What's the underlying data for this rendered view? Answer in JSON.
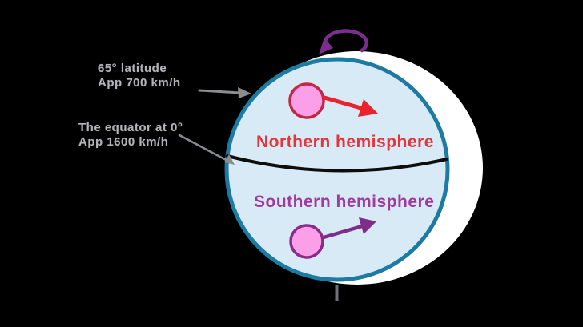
{
  "labels": {
    "northern": "Northern hemisphere",
    "southern": "Southern hemisphere"
  },
  "annotations": {
    "latitude": {
      "line1": "65° latitude",
      "line2": "App 700 km/h"
    },
    "equator": {
      "line1": "The equator at 0°",
      "line2": "App 1600 km/h"
    }
  },
  "colors": {
    "background": "#000000",
    "halo": "#ffffff",
    "globe_fill": "#d8eaf6",
    "globe_border": "#1c7ba2",
    "equator_line": "#0d0d0d",
    "northern_label": "#e5353b",
    "southern_label": "#a13a9e",
    "object_fill": "#fb9fe8",
    "north_object_border": "#c22743",
    "north_arrow": "#e8232e",
    "south_object_border": "#8a2b8a",
    "south_arrow": "#7e2d88",
    "rotation_arrow": "#7c2e8e",
    "annotation_text": "#b4b4b8",
    "pointer_lines": "#8a8d90",
    "axis_tick": "#6f7377"
  }
}
